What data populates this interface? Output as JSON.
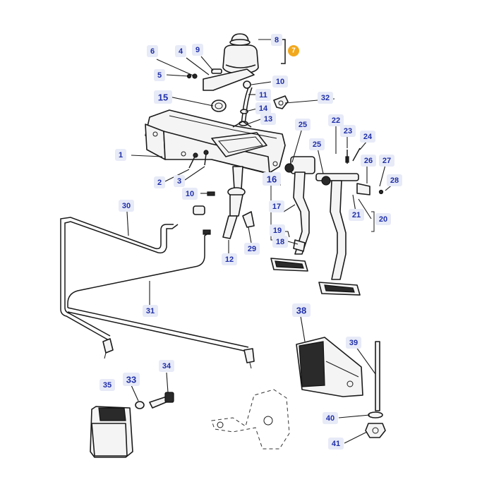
{
  "callouts": [
    {
      "id": "c1",
      "label": "1"
    },
    {
      "id": "c2",
      "label": "2"
    },
    {
      "id": "c3",
      "label": "3"
    },
    {
      "id": "c4",
      "label": "4"
    },
    {
      "id": "c5",
      "label": "5"
    },
    {
      "id": "c6",
      "label": "6"
    },
    {
      "id": "c8",
      "label": "8"
    },
    {
      "id": "c9",
      "label": "9"
    },
    {
      "id": "c10a",
      "label": "10"
    },
    {
      "id": "c10b",
      "label": "10"
    },
    {
      "id": "c11",
      "label": "11"
    },
    {
      "id": "c12",
      "label": "12"
    },
    {
      "id": "c13",
      "label": "13"
    },
    {
      "id": "c14",
      "label": "14"
    },
    {
      "id": "c15",
      "label": "15"
    },
    {
      "id": "c16",
      "label": "16"
    },
    {
      "id": "c17",
      "label": "17"
    },
    {
      "id": "c18",
      "label": "18"
    },
    {
      "id": "c19",
      "label": "19"
    },
    {
      "id": "c20",
      "label": "20"
    },
    {
      "id": "c21",
      "label": "21"
    },
    {
      "id": "c22",
      "label": "22"
    },
    {
      "id": "c23",
      "label": "23"
    },
    {
      "id": "c24",
      "label": "24"
    },
    {
      "id": "c25a",
      "label": "25"
    },
    {
      "id": "c25b",
      "label": "25"
    },
    {
      "id": "c26",
      "label": "26"
    },
    {
      "id": "c27",
      "label": "27"
    },
    {
      "id": "c28",
      "label": "28"
    },
    {
      "id": "c29",
      "label": "29"
    },
    {
      "id": "c30",
      "label": "30"
    },
    {
      "id": "c31",
      "label": "31"
    },
    {
      "id": "c32",
      "label": "32"
    },
    {
      "id": "c33",
      "label": "33"
    },
    {
      "id": "c34",
      "label": "34"
    },
    {
      "id": "c35",
      "label": "35"
    },
    {
      "id": "c38",
      "label": "38"
    },
    {
      "id": "c39",
      "label": "39"
    },
    {
      "id": "c40",
      "label": "40"
    },
    {
      "id": "c41",
      "label": "41"
    }
  ],
  "badge": {
    "label": "7",
    "color": "#f2a81d"
  },
  "colors": {
    "callout_text": "#1f2fa8",
    "callout_bg": "#e7eaf7",
    "line": "#1a1a1a"
  }
}
